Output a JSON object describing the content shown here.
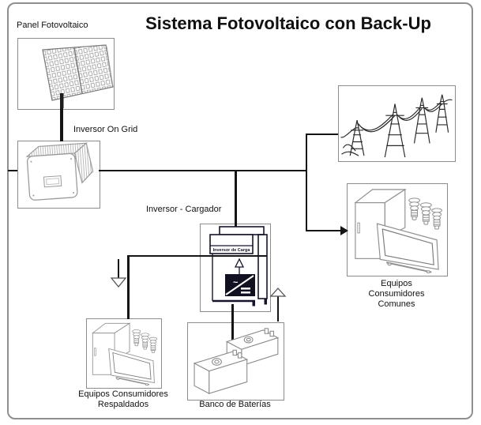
{
  "title": "Sistema Fotovoltaico con Back-Up",
  "labels": {
    "panel": "Panel Fotovoltaico",
    "inversor_on_grid": "Inversor On Grid",
    "inversor_cargador": "Inversor - Cargador",
    "inversor_cargador_device": "Inversor de Carga",
    "device_ac_symbol": "~",
    "respaldados_line1": "Equipos Consumidores",
    "respaldados_line2": "Respaldados",
    "baterias": "Banco de Baterías",
    "comunes_line1": "Equipos",
    "comunes_line2": "Consumidores",
    "comunes_line3": "Comunes"
  },
  "colors": {
    "connection_line": "#151515",
    "box_border": "#8c8c8c",
    "frame_border": "#8f8f8f",
    "device_dark": "#15152a",
    "drawing_stroke": "#909090",
    "background": "#ffffff"
  }
}
